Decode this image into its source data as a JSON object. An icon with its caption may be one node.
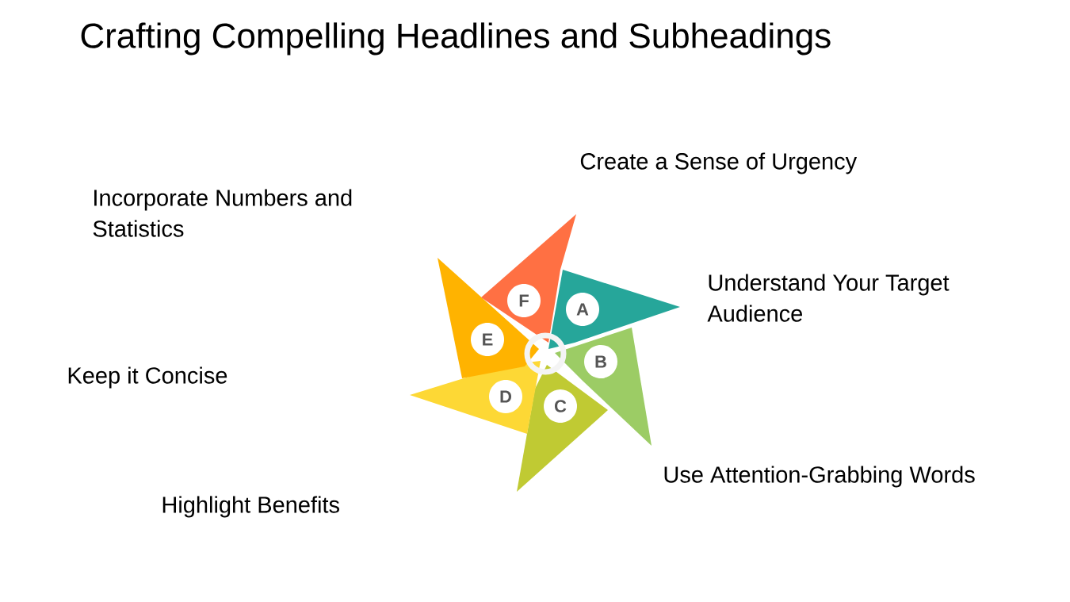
{
  "diagram": {
    "title": "Crafting Compelling Headlines and Subheadings",
    "nodes": [
      {
        "text": [
          "A"
        ]
      },
      {
        "text": [
          "B"
        ]
      },
      {
        "text": [
          "C"
        ]
      },
      {
        "text": [
          "D"
        ]
      },
      {
        "text": [
          "E"
        ]
      },
      {
        "text": [
          "F"
        ]
      }
    ],
    "labels": [
      "Create a Sense of Urgency",
      "Incorporate Numbers and Statistics",
      "Understand Your Target Audience",
      "Keep it Concise",
      "Use Attention-Grabbing Words",
      "Highlight Benefits"
    ]
  }
}
